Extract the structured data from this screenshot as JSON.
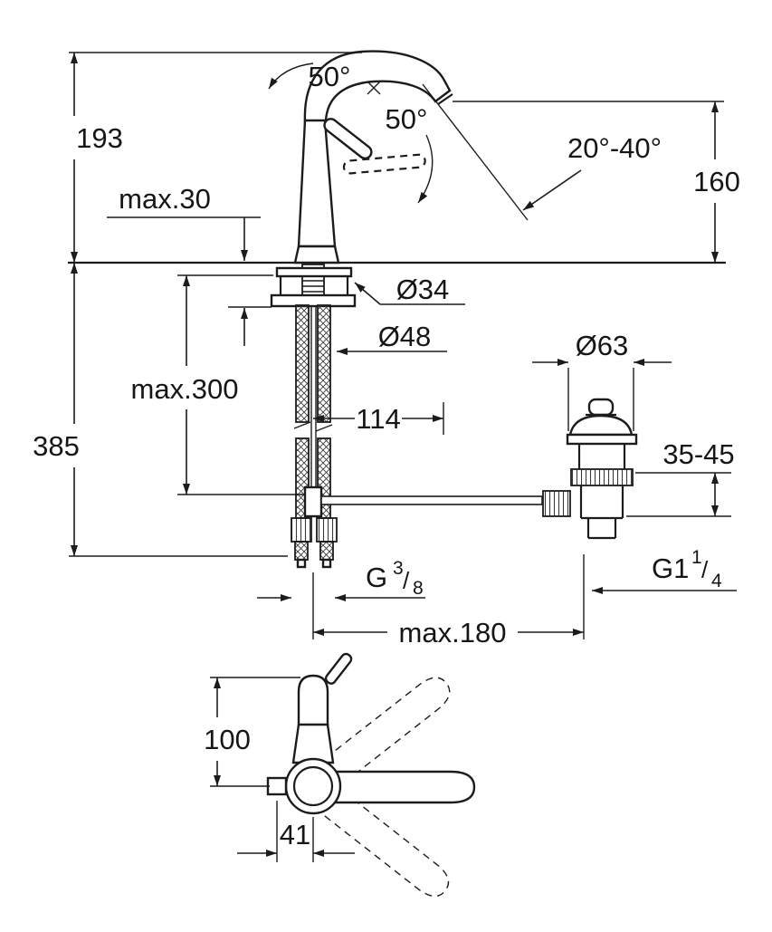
{
  "drawing": {
    "colors": {
      "line": "#1c1c1c",
      "background": "#ffffff"
    },
    "labels": {
      "dim_193": "193",
      "dim_385": "385",
      "dim_160": "160",
      "dim_max30": "max.30",
      "dim_max300": "max.300",
      "dim_114": "114",
      "dim_max180": "max.180",
      "dim_100": "100",
      "dim_41": "41",
      "dim_35_45": "35-45",
      "dia_34": "Ø34",
      "dia_48": "Ø48",
      "dia_63": "Ø63",
      "angle_spout": "50°",
      "angle_lever": "50°",
      "angle_range": "20°-40°",
      "thread_supply": {
        "prefix": "G",
        "numerator": "3",
        "slash": "/",
        "denominator": "8"
      },
      "thread_drain": {
        "prefix": "G1",
        "numerator": "1",
        "slash": "/",
        "denominator": "4"
      }
    }
  }
}
